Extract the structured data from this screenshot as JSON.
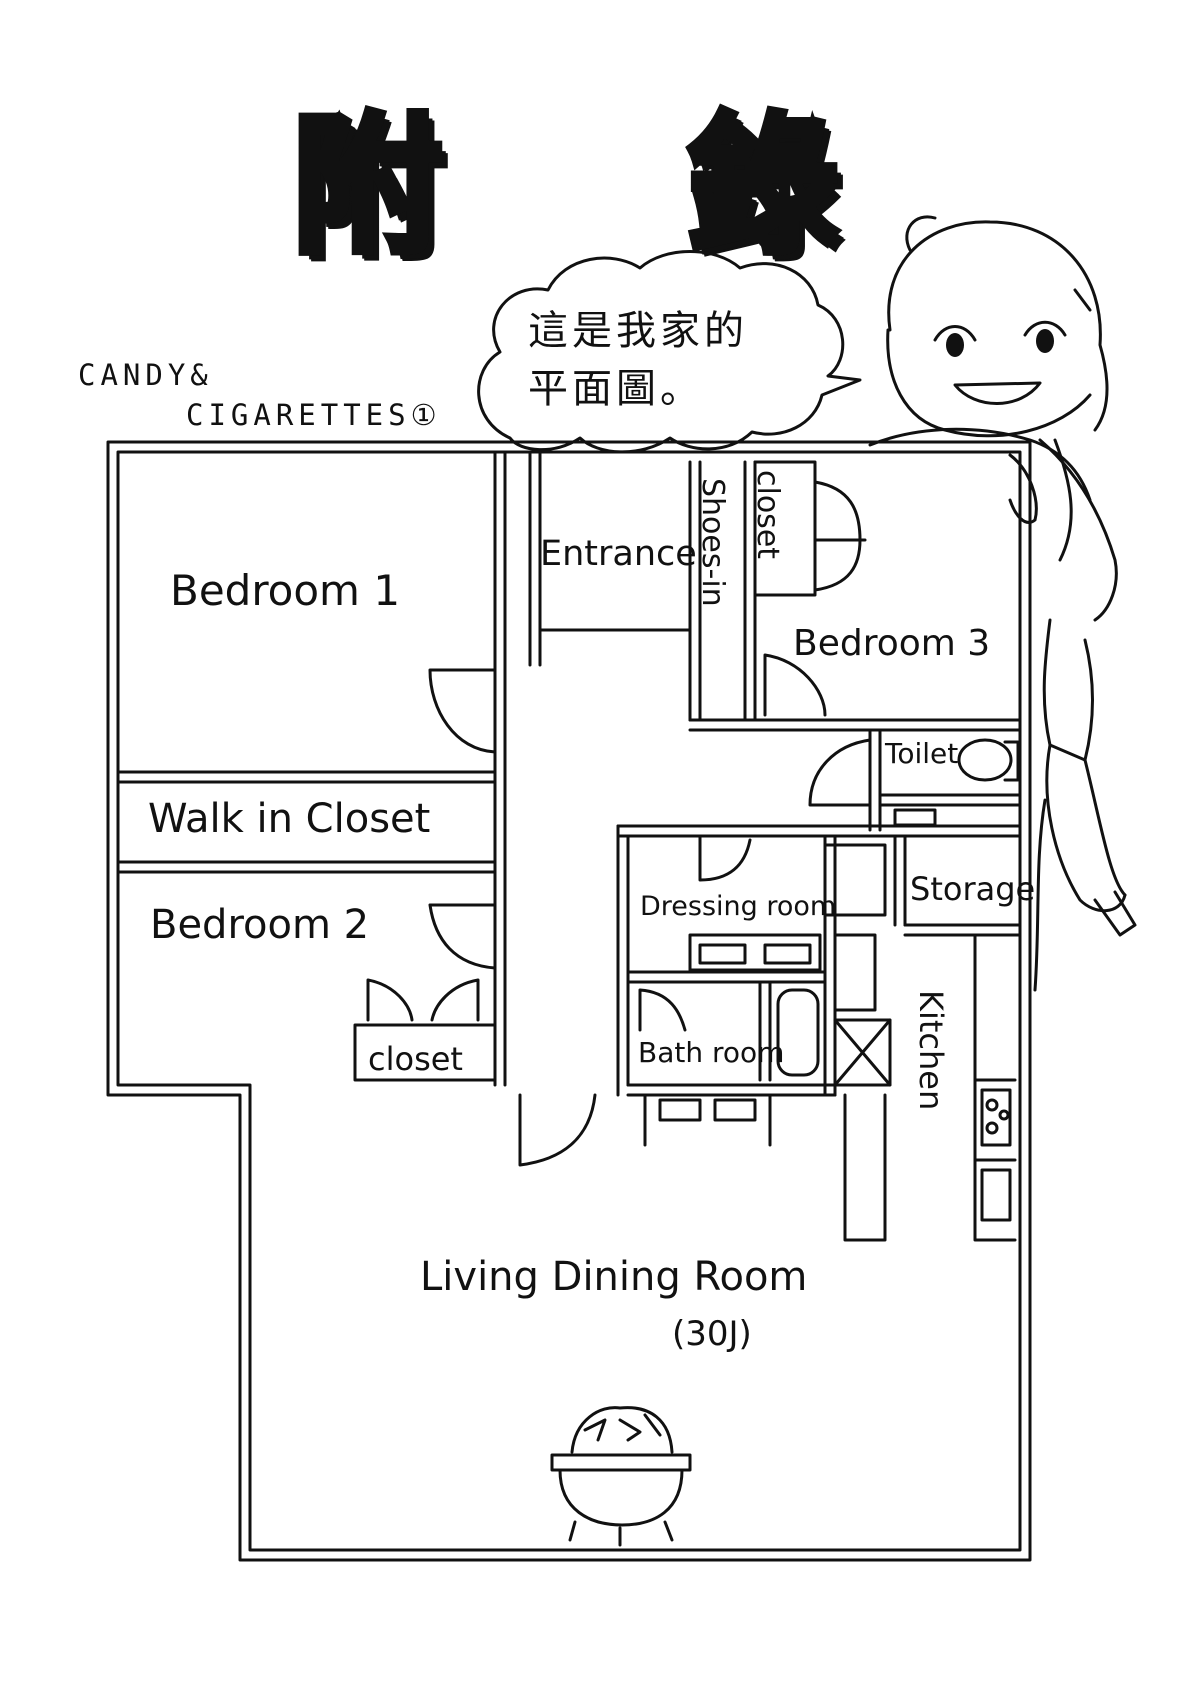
{
  "title": {
    "left_char": "附",
    "right_char": "錄"
  },
  "series": {
    "line1": "CANDY&",
    "line2": "CIGARETTES①"
  },
  "speech_bubble": {
    "line1": "這是我家的",
    "line2": "平面圖。"
  },
  "floor_plan": {
    "rooms": {
      "bedroom_1": "Bedroom 1",
      "walk_in_closet": "Walk in Closet",
      "bedroom_2": "Bedroom 2",
      "closet_bedroom_2": "closet",
      "entrance": "Entrance",
      "shoes_in": "Shoes-in",
      "closet_bedroom_3": "closet",
      "bedroom_3": "Bedroom 3",
      "toilet": "Toilet",
      "dressing_room": "Dressing room",
      "storage": "Storage",
      "bath_room": "Bath room",
      "kitchen": "Kitchen",
      "living_dining_room": "Living Dining Room",
      "living_size": "(30J)"
    }
  }
}
